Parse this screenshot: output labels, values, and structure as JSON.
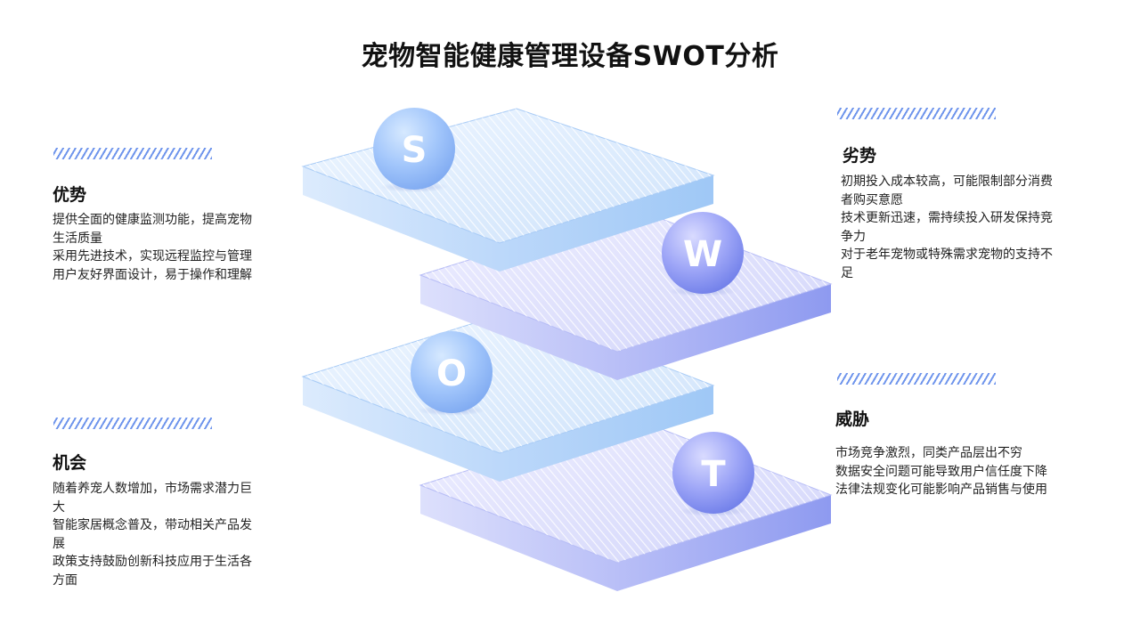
{
  "title": "宠物智能健康管理设备SWOT分析",
  "colors": {
    "accent_blue": "#6f95ec",
    "text_dark": "#111111"
  },
  "sections": {
    "strengths": {
      "letter": "S",
      "heading": "优势",
      "lines": [
        "提供全面的健康监测功能，提高宠物",
        "生活质量",
        "采用先进技术，实现远程监控与管理",
        "用户友好界面设计，易于操作和理解"
      ]
    },
    "weaknesses": {
      "letter": "W",
      "heading": "劣势",
      "lines": [
        "初期投入成本较高，可能限制部分消费",
        "者购买意愿",
        "技术更新迅速，需持续投入研发保持竞",
        "争力",
        "对于老年宠物或特殊需求宠物的支持不",
        "足"
      ]
    },
    "opportunities": {
      "letter": "O",
      "heading": "机会",
      "lines": [
        "随着养宠人数增加，市场需求潜力巨",
        "大",
        "智能家居概念普及，带动相关产品发",
        "展",
        "政策支持鼓励创新科技应用于生活各",
        "方面"
      ]
    },
    "threats": {
      "letter": "T",
      "heading": "威胁",
      "lines": [
        "市场竞争激烈，同类产品层出不穷",
        "数据安全问题可能导致用户信任度下降",
        "法律法规变化可能影响产品销售与使用"
      ]
    }
  }
}
